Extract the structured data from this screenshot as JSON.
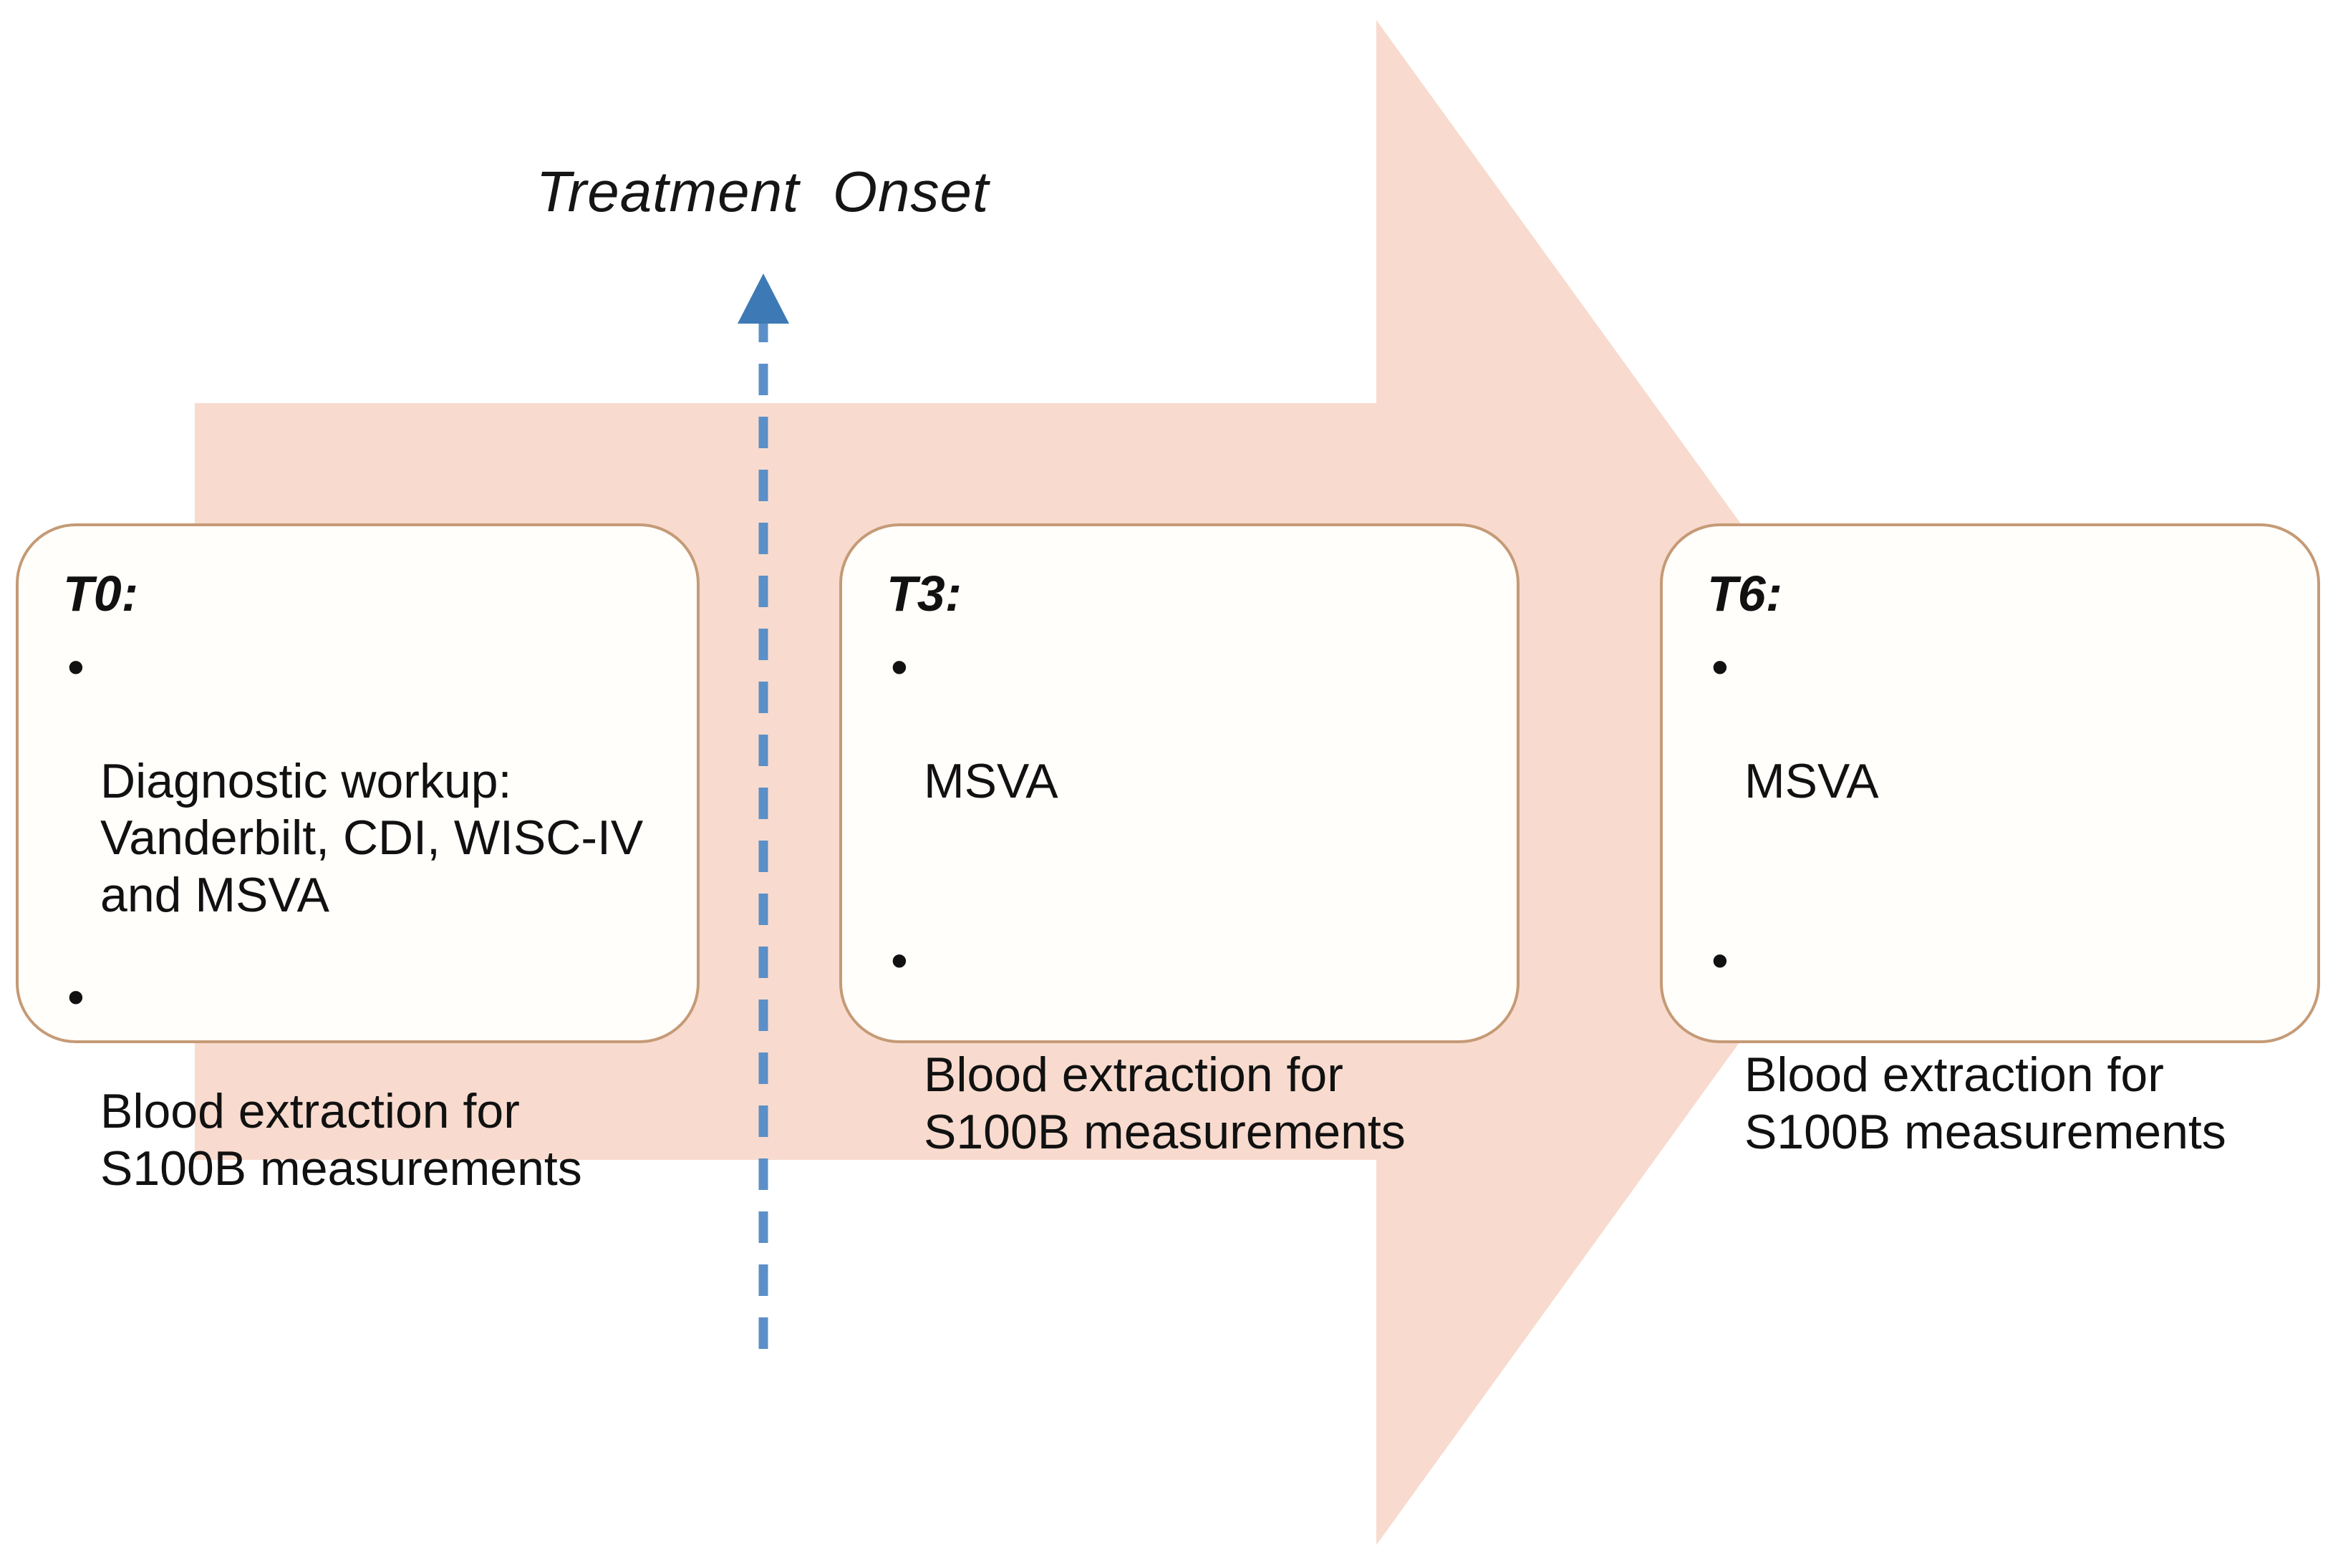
{
  "title": "Treatment  Onset",
  "colors": {
    "arrow_fill": "#f8dbce",
    "box_border": "#c59a76",
    "box_fill": "#fffefb",
    "dashed_line": "#5b8fc7",
    "text": "#111111"
  },
  "timeline_arrow": {
    "name": "right-pointing-block-arrow",
    "direction": "right"
  },
  "onset_marker": {
    "name": "treatment-onset-dashed-arrow",
    "label": "Treatment  Onset",
    "style": "dashed",
    "arrowhead": "up"
  },
  "timepoints": [
    {
      "label": "T0:",
      "bullet_char": "•",
      "items": [
        "Diagnostic workup:\nVanderbilt, CDI, WISC-IV\nand MSVA",
        "Blood extraction for\nS100B measurements"
      ]
    },
    {
      "label": "T3:",
      "bullet_char": "•",
      "items": [
        "MSVA",
        "Blood extraction for\nS100B measurements"
      ]
    },
    {
      "label": "T6:",
      "bullet_char": "•",
      "items": [
        "MSVA",
        "Blood extraction for\nS100B measurements"
      ]
    }
  ]
}
